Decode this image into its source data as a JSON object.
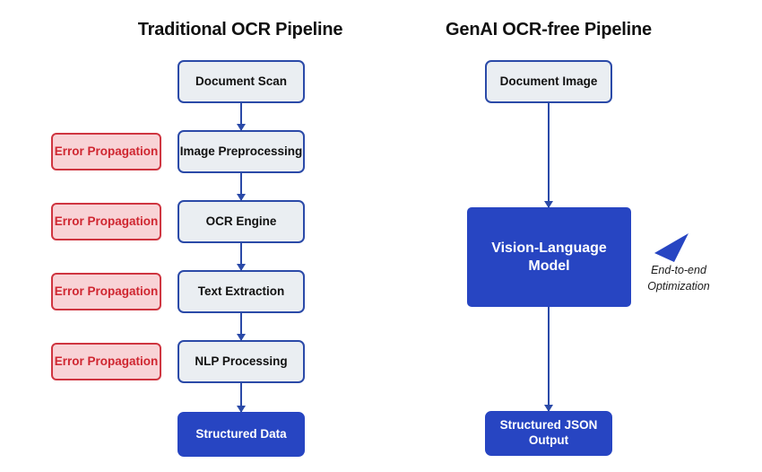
{
  "diagram": {
    "type": "flowchart",
    "background": "#ffffff",
    "colors": {
      "light_box_fill": "#eaeef2",
      "light_box_border": "#2b4aa8",
      "solid_box_fill": "#2745c2",
      "solid_box_text": "#ffffff",
      "error_box_fill": "#f8d3d6",
      "error_box_border": "#cf3540",
      "error_box_text": "#cf2630",
      "connector": "#2b4aa8",
      "title_text": "#111111"
    }
  },
  "left_column": {
    "title": "Traditional OCR Pipeline",
    "nodes": [
      {
        "label": "Document Scan",
        "style": "light"
      },
      {
        "label": "Image Preprocessing",
        "style": "light"
      },
      {
        "label": "OCR Engine",
        "style": "light"
      },
      {
        "label": "Text Extraction",
        "style": "light"
      },
      {
        "label": "NLP Processing",
        "style": "light"
      },
      {
        "label": "Structured Data",
        "style": "solid"
      }
    ],
    "error_labels": [
      "Error Propagation",
      "Error Propagation",
      "Error Propagation",
      "Error Propagation"
    ]
  },
  "right_column": {
    "title": "GenAI OCR-free Pipeline",
    "nodes": [
      {
        "label": "Document Image",
        "style": "light"
      },
      {
        "label": "Vision-Language Model",
        "style": "solid"
      },
      {
        "label": "Structured JSON Output",
        "style": "solid"
      }
    ],
    "annotation": {
      "line1": "End-to-end",
      "line2": "Optimization",
      "arrow": "triangle-arrowhead-icon"
    }
  }
}
